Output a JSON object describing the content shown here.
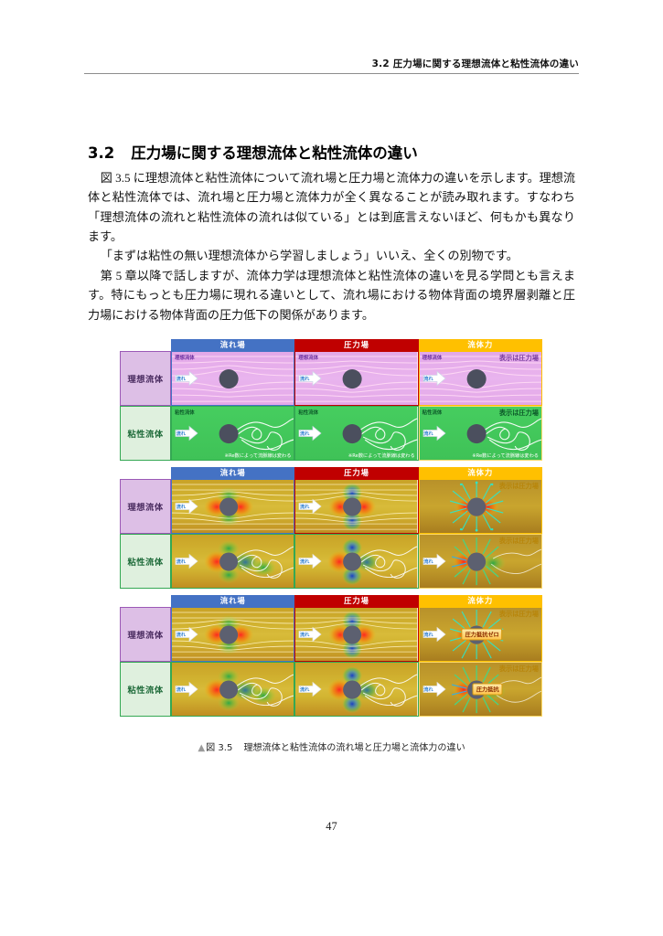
{
  "running_header": "3.2 圧力場に関する理想流体と粘性流体の違い",
  "section": {
    "number": "3.2",
    "title": "圧力場に関する理想流体と粘性流体の違い"
  },
  "paragraphs": [
    "図 3.5 に理想流体と粘性流体について流れ場と圧力場と流体力の違いを示します。理想流体と粘性流体では、流れ場と圧力場と流体力が全く異なることが読み取れます。すなわち「理想流体の流れと粘性流体の流れは似ている」とは到底言えないほど、何もかも異なります。",
    "「まずは粘性の無い理想流体から学習しましょう」いいえ、全くの別物です。",
    "第 5 章以降で話しますが、流体力学は理想流体と粘性流体の違いを見る学問とも言えます。特にもっとも圧力場に現れる違いとして、流れ場における物体背面の境界層剥離と圧力場における物体背面の圧力低下の関係があります。"
  ],
  "figure": {
    "caption_marker": "▲",
    "caption_number": "図 3.5",
    "caption_text": "理想流体と粘性流体の流れ場と圧力場と流体力の違い",
    "columns": [
      {
        "label": "流れ場",
        "color": "#4472c4"
      },
      {
        "label": "圧力場",
        "color": "#c00000"
      },
      {
        "label": "流体力",
        "color": "#ffc000"
      }
    ],
    "rows": [
      {
        "label": "理想流体",
        "bg": "#ddbfe6",
        "text_color": "#4a2c60"
      },
      {
        "label": "粘性流体",
        "bg": "#dff0de",
        "text_color": "#1f6b3a"
      }
    ],
    "panel_tags": {
      "ideal": "理想流体",
      "viscous": "粘性流体",
      "flow_arrow": "流れ",
      "display_note": "表示は圧力場",
      "re_note": "※Re数によって流脈線は変わる",
      "zero_drag": "圧力抵抗ゼロ",
      "pressure_drag": "圧力抵抗"
    }
  },
  "folio": "47"
}
